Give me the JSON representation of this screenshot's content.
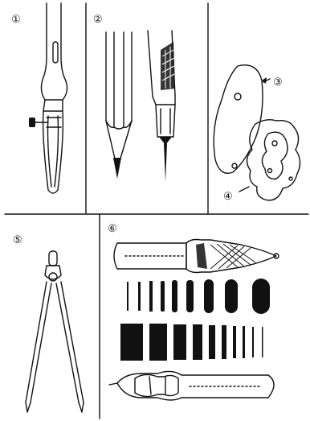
{
  "figure": {
    "panels": [
      {
        "id": "panel-1",
        "label": "①",
        "subject": "ruling-pen"
      },
      {
        "id": "panel-2",
        "label": "②",
        "subject": "pencil-and-crow-quill"
      },
      {
        "id": "panel-3",
        "label": "③",
        "subject": "french-curve"
      },
      {
        "id": "panel-4",
        "label": "④",
        "subject": "irregular-curve"
      },
      {
        "id": "panel-5",
        "label": "⑤",
        "subject": "dividers"
      },
      {
        "id": "panel-6",
        "label": "⑥",
        "subject": "pen-nibs-and-line-weights"
      }
    ],
    "line_weight_rows": 2,
    "colors": {
      "ink": "#111111",
      "paper": "#ffffff"
    }
  }
}
